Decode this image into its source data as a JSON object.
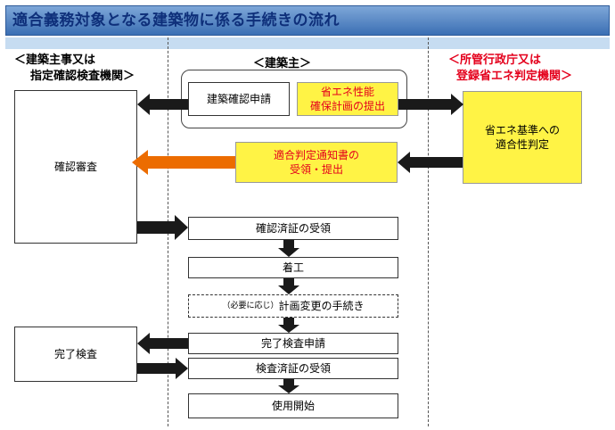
{
  "banner": {
    "title": "適合義務対象となる建築物に係る手続きの流れ"
  },
  "headers": {
    "left_line1": "＜建築主事又は",
    "left_line2": "指定確認検査機関＞",
    "center": "＜建築主＞",
    "right_line1": "＜所管行政庁又は",
    "right_line2": "登録省エネ判定機関＞"
  },
  "left": {
    "review": "確認審査",
    "completion_inspection": "完了検査"
  },
  "center": {
    "application": "建築確認申請",
    "submit_line1": "省エネ性能",
    "submit_line2": "確保計画の提出",
    "notice_line1": "適合判定通知書の",
    "notice_line2": "受領・提出",
    "cert_receive": "確認済証の受領",
    "start_work": "着工",
    "change_small": "（必要に応じ）",
    "change": "計画変更の手続き",
    "completion_apply": "完了検査申請",
    "inspection_cert": "検査済証の受領",
    "use_start": "使用開始"
  },
  "right": {
    "judgement_line1": "省エネ基準への",
    "judgement_line2": "適合性判定"
  },
  "colors": {
    "banner_top": "#7ea7d8",
    "banner_bottom": "#3b6fb4",
    "band": "#c6dcf1",
    "yellow": "#fff345",
    "red_text": "#e4001c",
    "arrow_dark": "#1a1a1a",
    "arrow_orange": "#ec6c00"
  }
}
